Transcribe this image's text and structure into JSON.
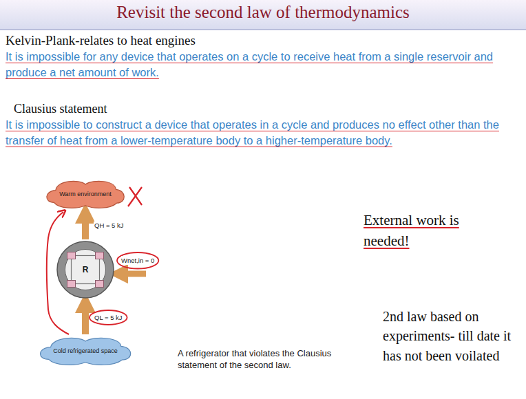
{
  "diagram": {
    "title": "Revisit the second law of thermodynamics",
    "caption": "A refrigerator that violates the Clausius statement of the second law.",
    "nodes": [
      {
        "text": [
          "Warm environment"
        ]
      },
      {
        "text": [
          "R"
        ]
      },
      {
        "text": [
          "Cold refrigerated space"
        ]
      }
    ],
    "edges": [
      {
        "from": 2,
        "to": 1,
        "label": "QL = 5 kJ",
        "arrow": "to"
      },
      {
        "from": 1,
        "to": 0,
        "label": "QH = 5 kJ",
        "arrow": "to"
      }
    ],
    "labels": [
      "Kelvin-Plank-relates to heat engines",
      "It is impossible for any device that operates on a cycle to receive heat from a single reservoir and produce a net amount of work.",
      "Clausius statement",
      "It is impossible to construct a device that operates in a cycle and produces no effect other than the transfer of heat from a lower-temperature body to a higher-temperature body.",
      "Wnet,in = 0",
      "External work is needed!",
      "2nd law based on experiments- till date it has not been voilated"
    ]
  }
}
